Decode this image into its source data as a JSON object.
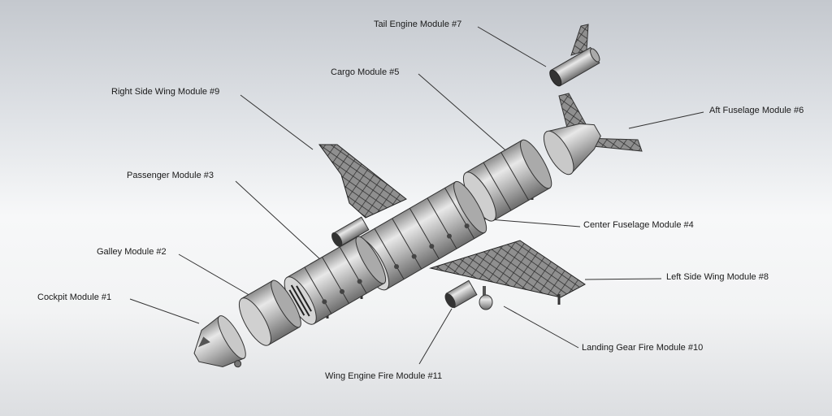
{
  "diagram": {
    "labels": {
      "tail_engine": "Tail Engine Module #7",
      "cargo": "Cargo Module #5",
      "right_wing": "Right Side Wing Module #9",
      "aft_fuselage": "Aft Fuselage Module #6",
      "passenger": "Passenger Module #3",
      "center_fuselage": "Center Fuselage Module #4",
      "galley": "Galley Module #2",
      "left_wing": "Left  Side Wing Module #8",
      "cockpit": "Cockpit Module #1",
      "landing_gear": "Landing Gear Fire Module #10",
      "wing_engine": "Wing Engine Fire Module #11"
    }
  }
}
